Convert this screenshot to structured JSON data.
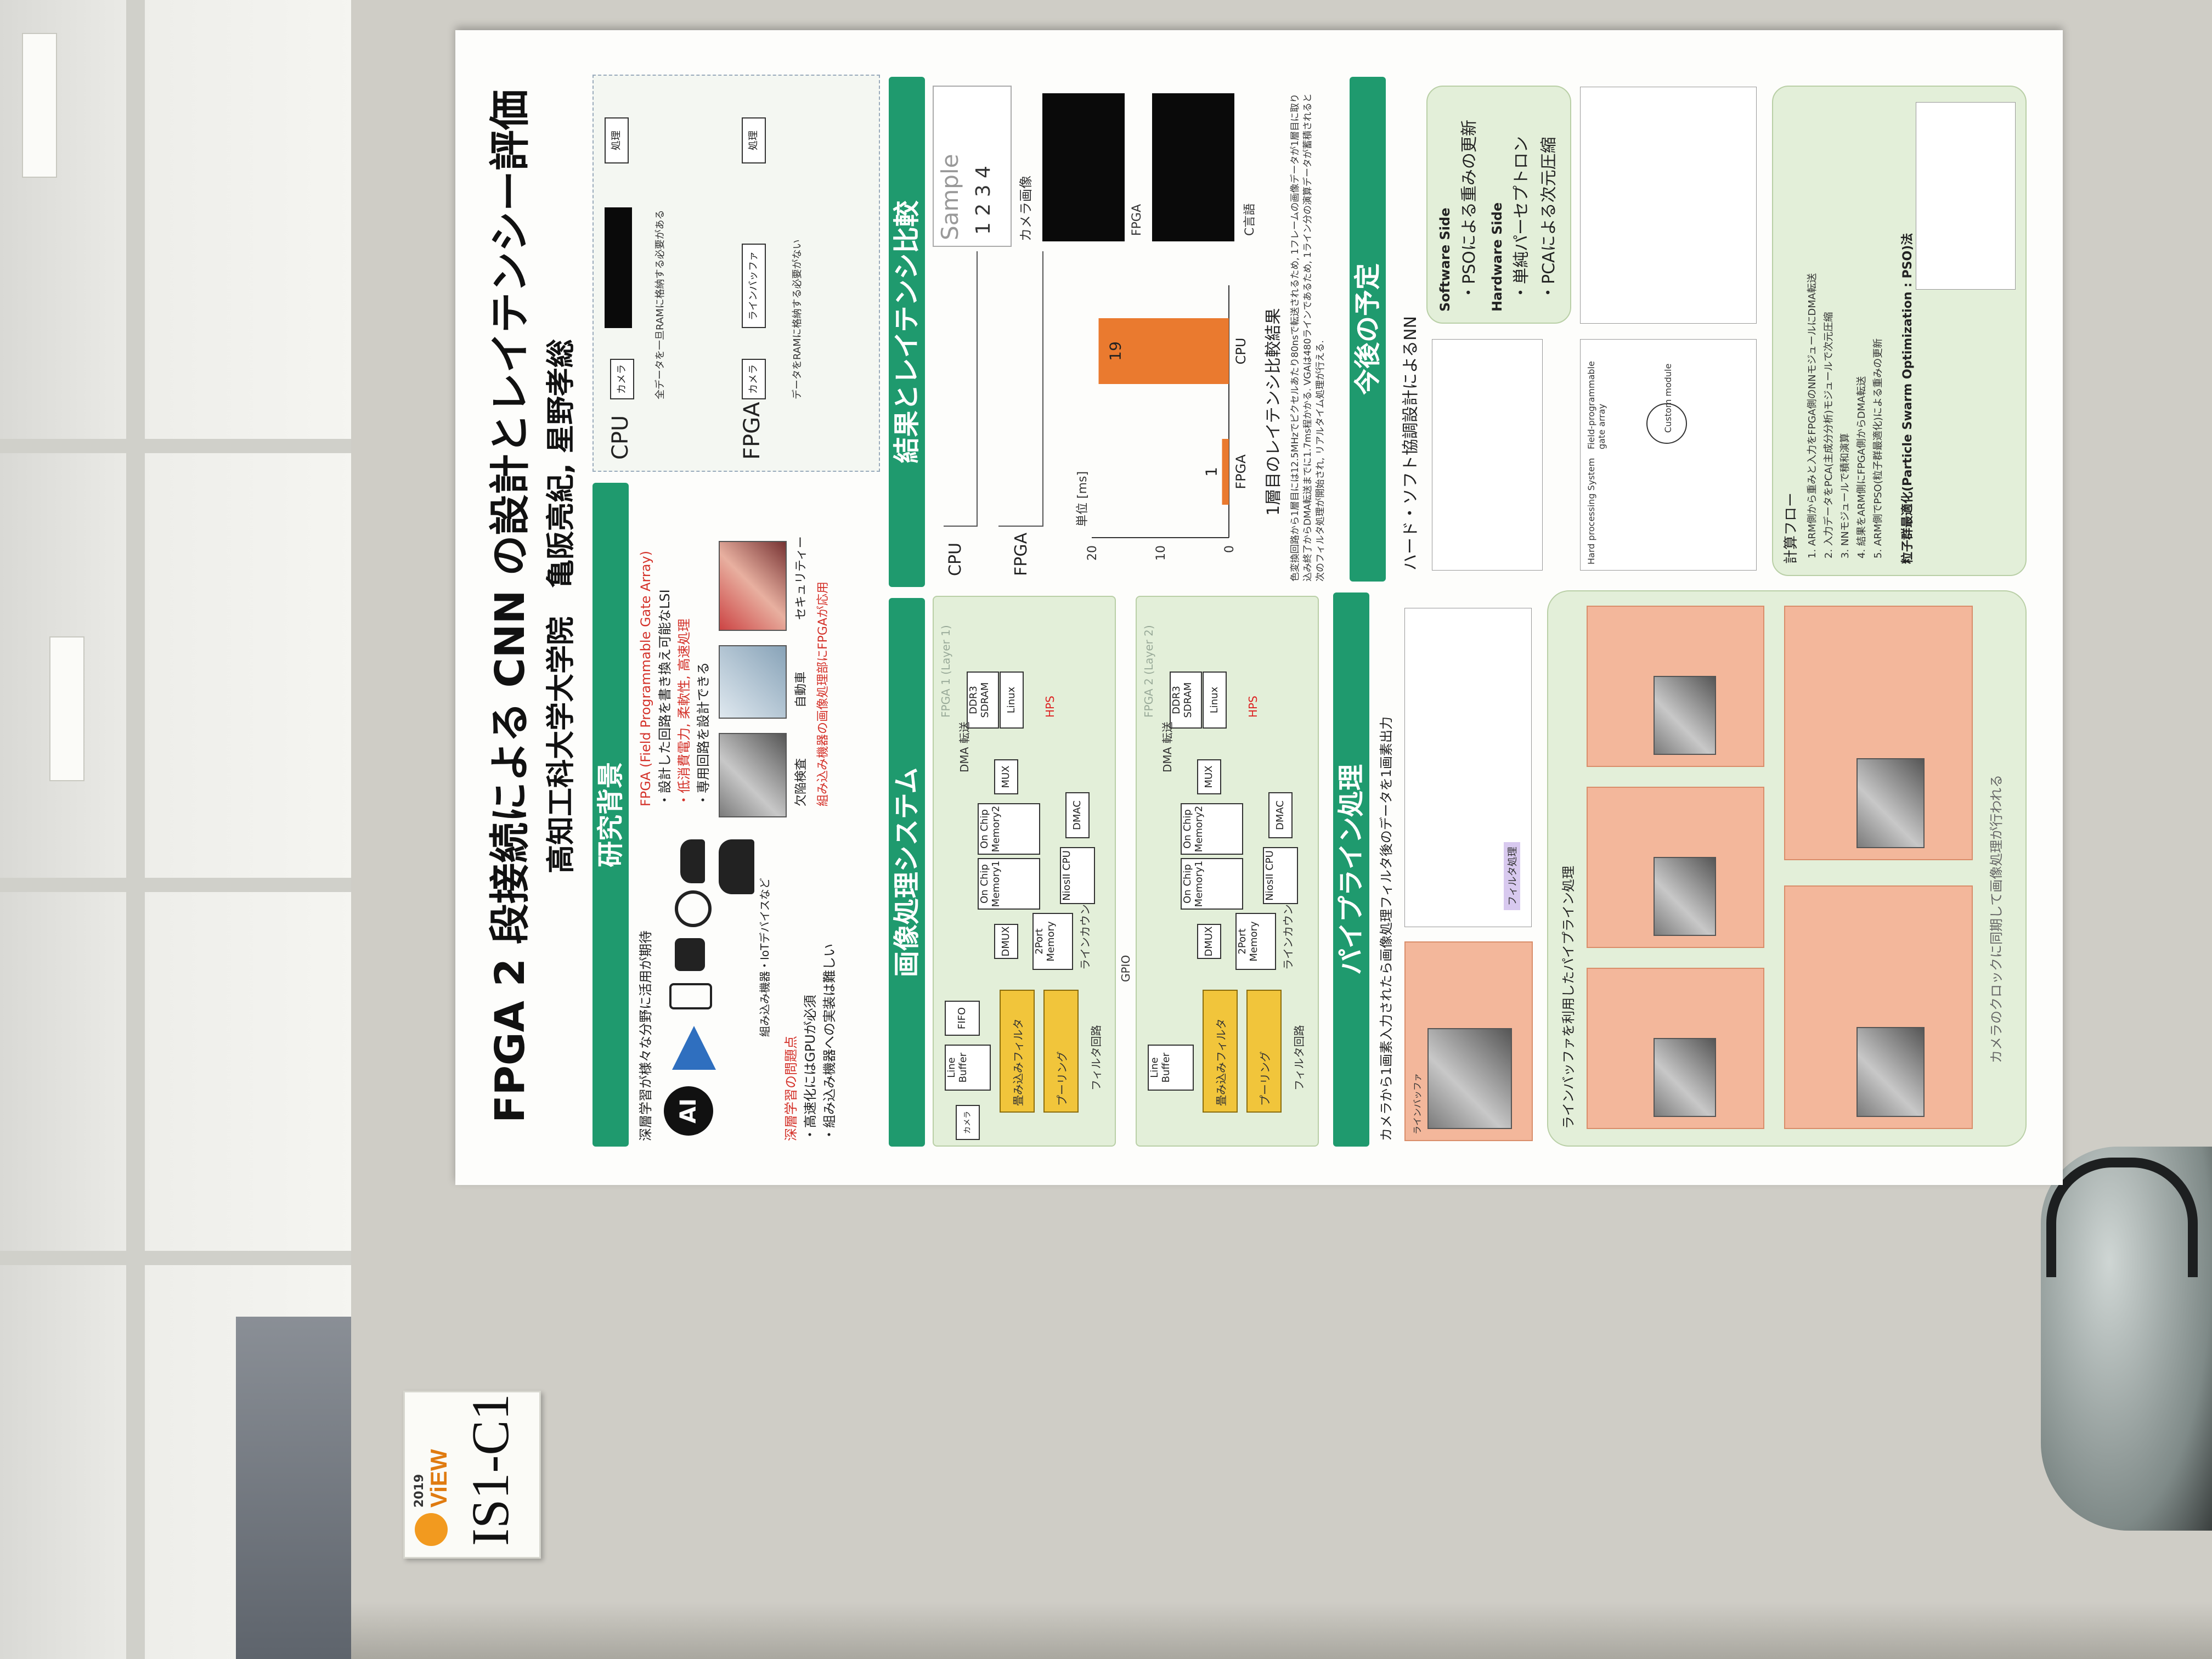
{
  "label_card": {
    "year": "2019",
    "brand": "ViEW",
    "code": "IS1-C1"
  },
  "poster": {
    "title": "FPGA 2 段接続による CNN の設計とレイテンシー評価",
    "authors": "高知工科大学大学院　亀阪亮紀, 星野孝総",
    "sections": {
      "background": {
        "heading": "研究背景",
        "intro": "深層学習が様々な分野に活用が期待",
        "ai": "AI",
        "devices_caption": "組み込み機器・IoTデバイスなど",
        "problem_title": "深層学習の問題点",
        "problem_1": "・高速化にはGPUが必須",
        "problem_2": "・組み込み機器への実装は難しい",
        "fpga_title": "FPGA (Field Programmable Gate Array)",
        "fpga_1": "・設計した回路を書き換え可能なLSI",
        "fpga_2": "・低消費電力, 柔軟性, 高速処理",
        "fpga_3": "・専用回路を設計できる",
        "app_1": "欠陥検査",
        "app_2": "自動車",
        "app_3": "セキュリティー",
        "app_note": "組み込み機器の画像処理部にFPGAが応用",
        "cpu_label": "CPU",
        "fpga_label": "FPGA",
        "cpu_note": "全データを一旦RAMに格納する必要がある",
        "fpga_note": "データをRAMに格納する必要がない",
        "proc": "処理",
        "line_buffer": "ラインバッファ"
      },
      "system": {
        "heading": "画像処理システム",
        "fpga1": "FPGA 1 (Layer 1)",
        "fpga2": "FPGA 2 (Layer 2)",
        "camera": "カメラ",
        "line_buffer": "Line Buffer",
        "fifo": "FIFO",
        "conv": "畳み込みフィルタ",
        "pool": "プーリング",
        "filter_circuit": "フィルタ回路",
        "two_port": "2Port Memory",
        "line_counter": "ラインカウンタ回路",
        "nios": "NiosII CPU",
        "dmac": "DMAC",
        "mux": "MUX",
        "dmux": "DMUX",
        "onchip1": "On Chip Memory1",
        "onchip2": "On Chip Memory2",
        "hps": "HPS",
        "linux": "Linux",
        "ddr3": "DDR3 SDRAM",
        "dma": "DMA 転送",
        "gpio": "GPIO"
      },
      "pipeline": {
        "heading": "パイプライン処理",
        "intro": "カメラから1画素入力されたら画像処理フィルタ後のデータを1画素出力",
        "line_buffer_label": "ラインバッファ",
        "filter_label": "フィルタ処理",
        "sub_title": "ラインバッファを利用したパイプライン処理",
        "footer": "カメラのクロックに同期して画像処理が行われる"
      },
      "results": {
        "heading": "結果とレイテンシ比較",
        "row_cpu": "CPU",
        "row_fpga": "FPGA",
        "sample_title": "Sample",
        "sample_nums": "1 2 3 4",
        "camera_image": "カメラ画像",
        "fpga_img": "FPGA",
        "c_lang": "C言語",
        "chart_title": "1層目のレイテンシ比較結果",
        "unit": "単位 [ms]",
        "description": "色変換回路から1層目には12.5MHzでピクセルあたり80nsで転送されるため, 1フレームの画像データが1層目に取り込み終了からDMA転送までに1.7ms程かかる. VGAは480ラインであるため, 1ライン分の演算データが蓄積されると次のフィルタ処理が開始され, リアルタイム処理が行える."
      },
      "future": {
        "heading": "今後の予定",
        "subtitle": "ハード・ソフト協調設計によるNN",
        "sw_side": "Software Side",
        "sw_1": "・PSOによる重みの更新",
        "hw_side": "Hardware Side",
        "hw_1": "・単純パーセプトロン",
        "hw_2": "・PCAによる次元圧縮",
        "flow_title": "計算フロー",
        "flow_1": "1. ARM側から重みと入力をFPGA側のNNモジュールにDMA転送",
        "flow_2": "2. 入力データをPCA(主成分分析)モジュールで次元圧縮",
        "flow_3": "3. NNモジュールで積和演算",
        "flow_4": "4. 結果をARM側にFPGA側からDMA転送",
        "flow_5": "5. ARM側でPSO(粒子群最適化)による重みの更新",
        "pso_title": "粒子群最適化(Particle Swarm Optimization : PSO)法",
        "hard_system": "Hard processing System",
        "fpga_board": "Field-programmable gate array",
        "custom_module": "Custom module"
      }
    }
  },
  "chart_data": {
    "type": "bar",
    "title": "1層目のレイテンシ比較結果",
    "categories": [
      "FPGA",
      "CPU"
    ],
    "values": [
      1,
      19
    ],
    "ylabel": "単位 [ms]",
    "ylim": [
      0,
      20
    ],
    "yticks": [
      0,
      10,
      20
    ],
    "colors": [
      "#ea7a2f",
      "#ea7a2f"
    ]
  }
}
